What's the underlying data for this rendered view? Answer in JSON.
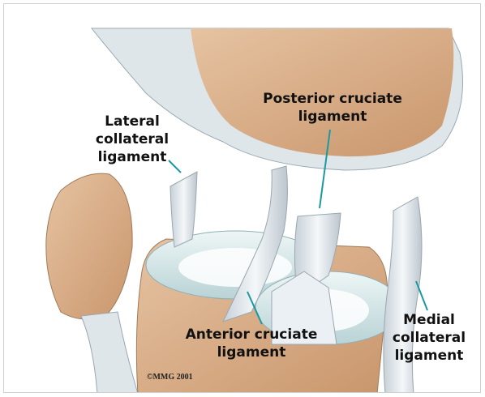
{
  "labels": {
    "lateral_collateral": [
      "Lateral",
      "collateral",
      "ligament"
    ],
    "posterior_cruciate": [
      "Posterior cruciate",
      "ligament"
    ],
    "anterior_cruciate": [
      "Anterior cruciate",
      "ligament"
    ],
    "medial_collateral": [
      "Medial",
      "collateral",
      "ligament"
    ]
  },
  "copyright": "©MMG 2001",
  "colors": {
    "bone": "#d9b08c",
    "cartilage": "#d9ecec",
    "ligament": "#e8eef2",
    "leader_line": "#1a9aa0"
  }
}
